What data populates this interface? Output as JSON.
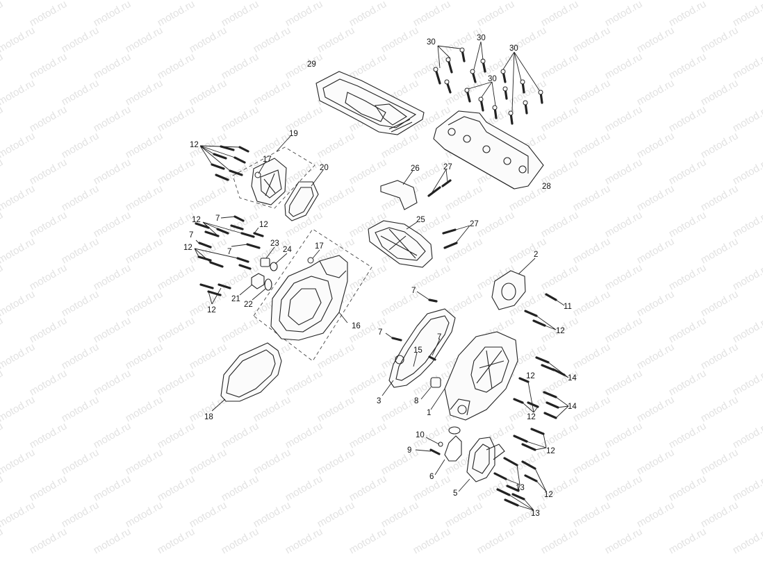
{
  "watermark": "motod.ru",
  "callouts": [
    {
      "id": "c29",
      "text": "29"
    },
    {
      "id": "c30a",
      "text": "30"
    },
    {
      "id": "c30b",
      "text": "30"
    },
    {
      "id": "c30c",
      "text": "30"
    },
    {
      "id": "c30d",
      "text": "30"
    },
    {
      "id": "c28",
      "text": "28"
    },
    {
      "id": "c12a",
      "text": "12"
    },
    {
      "id": "c19",
      "text": "19"
    },
    {
      "id": "c17a",
      "text": "17"
    },
    {
      "id": "c20",
      "text": "20"
    },
    {
      "id": "c26",
      "text": "26"
    },
    {
      "id": "c27a",
      "text": "27"
    },
    {
      "id": "c27b",
      "text": "27"
    },
    {
      "id": "c25",
      "text": "25"
    },
    {
      "id": "c7a",
      "text": "7"
    },
    {
      "id": "c12b",
      "text": "12"
    },
    {
      "id": "c12c",
      "text": "12"
    },
    {
      "id": "c7b",
      "text": "7"
    },
    {
      "id": "c12d",
      "text": "12"
    },
    {
      "id": "c7c",
      "text": "7"
    },
    {
      "id": "c23",
      "text": "23"
    },
    {
      "id": "c24",
      "text": "24"
    },
    {
      "id": "c17b",
      "text": "17"
    },
    {
      "id": "c21",
      "text": "21"
    },
    {
      "id": "c22",
      "text": "22"
    },
    {
      "id": "c12e",
      "text": "12"
    },
    {
      "id": "c16",
      "text": "16"
    },
    {
      "id": "c2",
      "text": "2"
    },
    {
      "id": "c11",
      "text": "11"
    },
    {
      "id": "c12f",
      "text": "12"
    },
    {
      "id": "c7d",
      "text": "7"
    },
    {
      "id": "c7e",
      "text": "7"
    },
    {
      "id": "c7f",
      "text": "7"
    },
    {
      "id": "c15",
      "text": "15"
    },
    {
      "id": "c14a",
      "text": "14"
    },
    {
      "id": "c12g",
      "text": "12"
    },
    {
      "id": "c14b",
      "text": "14"
    },
    {
      "id": "c12h",
      "text": "12"
    },
    {
      "id": "c3",
      "text": "3"
    },
    {
      "id": "c8",
      "text": "8"
    },
    {
      "id": "c1",
      "text": "1"
    },
    {
      "id": "c18",
      "text": "18"
    },
    {
      "id": "c10",
      "text": "10"
    },
    {
      "id": "c9",
      "text": "9"
    },
    {
      "id": "c12i",
      "text": "12"
    },
    {
      "id": "c6",
      "text": "6"
    },
    {
      "id": "c5",
      "text": "5"
    },
    {
      "id": "c13a",
      "text": "13"
    },
    {
      "id": "c12j",
      "text": "12"
    },
    {
      "id": "c13b",
      "text": "13"
    }
  ]
}
